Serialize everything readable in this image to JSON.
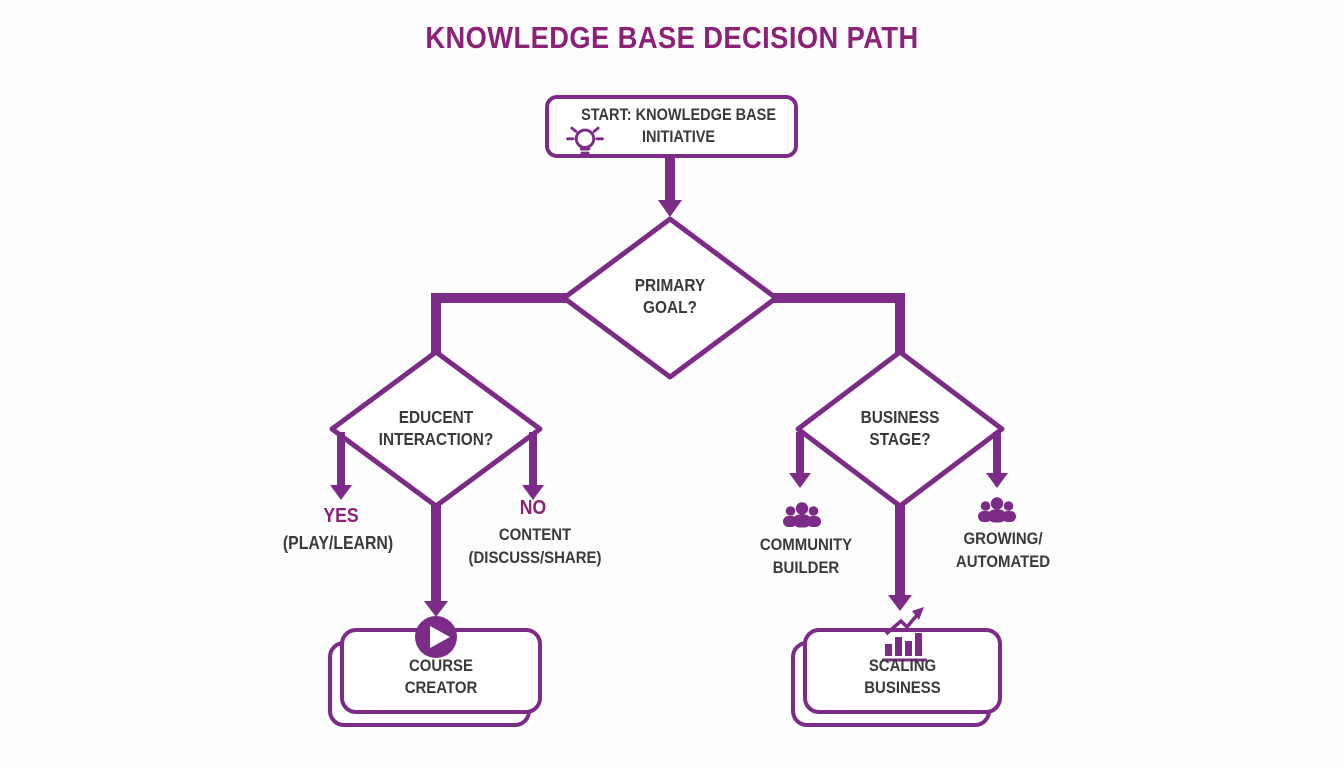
{
  "title": "KNOWLEDGE BASE DECISION PATH",
  "colors": {
    "flow_purple": "#7c2b87",
    "title_magenta": "#8b2277",
    "answer_magenta": "#8b2076",
    "text_dark": "#3a3a3c",
    "background": "#fdfdfe"
  },
  "start": {
    "label": "START: KNOWLEDGE BASE\nINITIATIVE",
    "icon": "lightbulb-icon"
  },
  "decisions": {
    "primary": {
      "label": "PRIMARY\nGOAL?"
    },
    "left": {
      "label": "EDUCENT\nINTERACTION?"
    },
    "right": {
      "label": "BUSINESS\nSTAGE?"
    }
  },
  "branches": {
    "left_yes": {
      "answer": "YES",
      "detail": "(PLAY/LEARN)"
    },
    "left_no": {
      "answer": "NO",
      "detail": "CONTENT\n(DISCUSS/SHARE)"
    },
    "right_community": {
      "label": "COMMUNITY\nBUILDER",
      "icon": "people-icon"
    },
    "right_growing": {
      "label": "GROWING/\nAUTOMATED",
      "icon": "people-icon"
    }
  },
  "outcomes": {
    "course_creator": {
      "label": "COURSE\nCREATOR",
      "icon": "play-icon"
    },
    "scaling_business": {
      "label": "SCALING\nBUSINESS",
      "icon": "growth-chart-icon"
    }
  }
}
